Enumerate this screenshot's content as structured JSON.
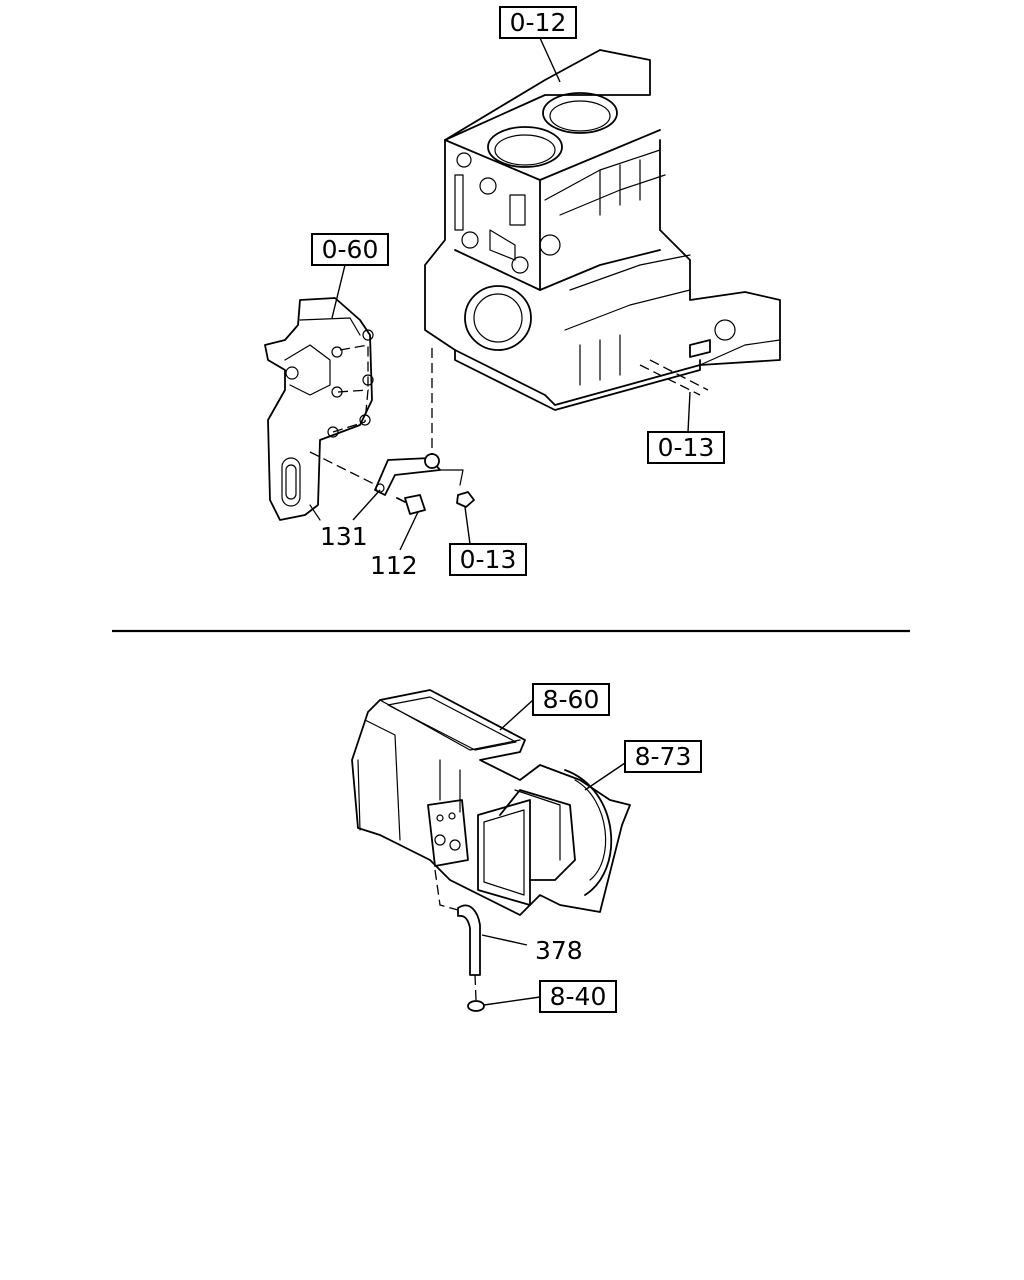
{
  "references": [
    {
      "id": "ref-0-12",
      "text": "0-12"
    },
    {
      "id": "ref-0-60",
      "text": "0-60"
    },
    {
      "id": "ref-0-13-a",
      "text": "0-13"
    },
    {
      "id": "ref-0-13-b",
      "text": "0-13"
    },
    {
      "id": "ref-8-60",
      "text": "8-60"
    },
    {
      "id": "ref-8-73",
      "text": "8-73"
    },
    {
      "id": "ref-8-40",
      "text": "8-40"
    }
  ],
  "part_numbers": [
    {
      "id": "part-131",
      "text": "131"
    },
    {
      "id": "part-112",
      "text": "112"
    },
    {
      "id": "part-378",
      "text": "378"
    }
  ]
}
